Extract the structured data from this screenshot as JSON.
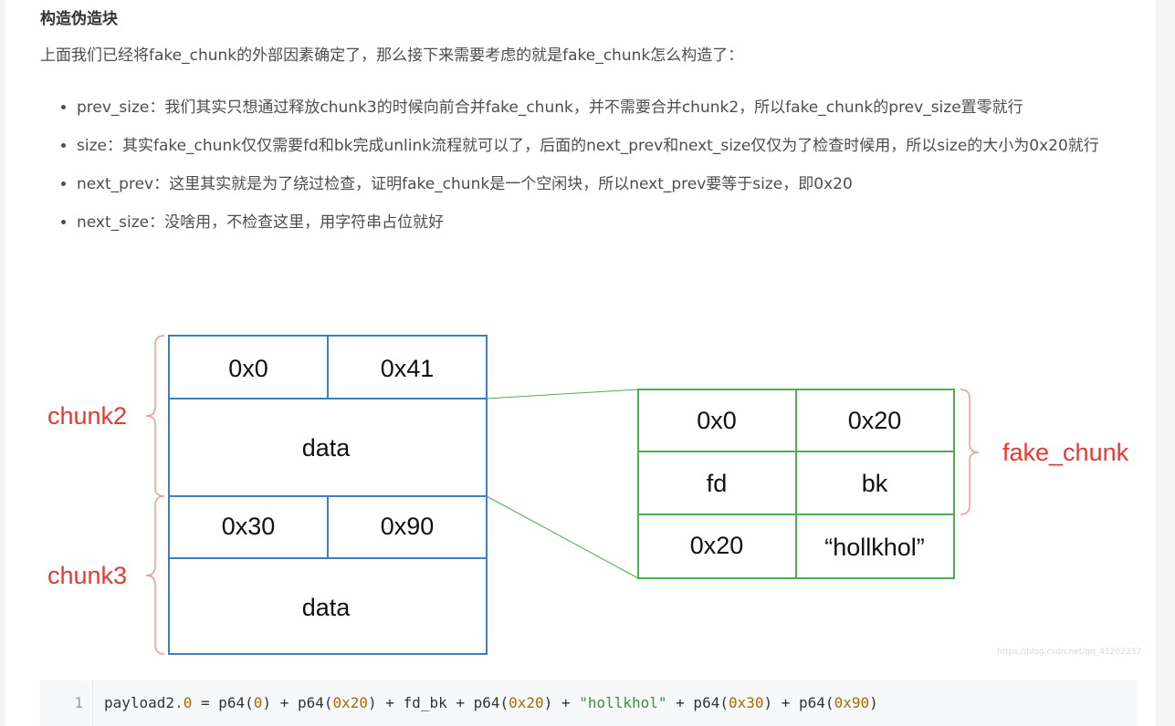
{
  "article": {
    "section_title": "构造伪造块",
    "intro": "上面我们已经将fake_chunk的外部因素确定了，那么接下来需要考虑的就是fake_chunk怎么构造了：",
    "bullets": [
      "prev_size：我们其实只想通过释放chunk3的时候向前合并fake_chunk，并不需要合并chunk2，所以fake_chunk的prev_size置零就行",
      "size：其实fake_chunk仅仅需要fd和bk完成unlink流程就可以了，后面的next_prev和next_size仅仅为了检查时候用，所以size的大小为0x20就行",
      "next_prev：这里其实就是为了绕过检查，证明fake_chunk是一个空闲块，所以next_prev要等于size，即0x20",
      "next_size：没啥用，不检查这里，用字符串占位就好"
    ]
  },
  "diagram": {
    "chunk2_label": "chunk2",
    "chunk3_label": "chunk3",
    "fake_chunk_label": "fake_chunk",
    "chunk2": {
      "prev_size": "0x0",
      "size": "0x41",
      "body": "data"
    },
    "chunk3": {
      "prev_size": "0x30",
      "size": "0x90",
      "body": "data"
    },
    "fake_chunk": {
      "prev_size": "0x0",
      "size": "0x20",
      "fd": "fd",
      "bk": "bk",
      "next_prev": "0x20",
      "next_size": "“hollkhol”"
    },
    "colors": {
      "left_box": "#3d7ebf",
      "right_box": "#4caf50",
      "label": "#e53935",
      "bracket": "#ef9a9a"
    }
  },
  "watermark": "https://blog.csdn.net/qq_41202237",
  "code": {
    "line_number": "1",
    "tokens": {
      "t1": "payload2",
      "t2": ".",
      "t3": "0",
      "t4": " = p64(",
      "t5": "0",
      "t6": ") + p64(",
      "t7": "0x20",
      "t8": ") + fd_bk + p64(",
      "t9": "0x20",
      "t10": ") + ",
      "t11": "\"hollkhol\"",
      "t12": " + p64(",
      "t13": "0x30",
      "t14": ") + p64(",
      "t15": "0x90",
      "t16": ")"
    }
  }
}
